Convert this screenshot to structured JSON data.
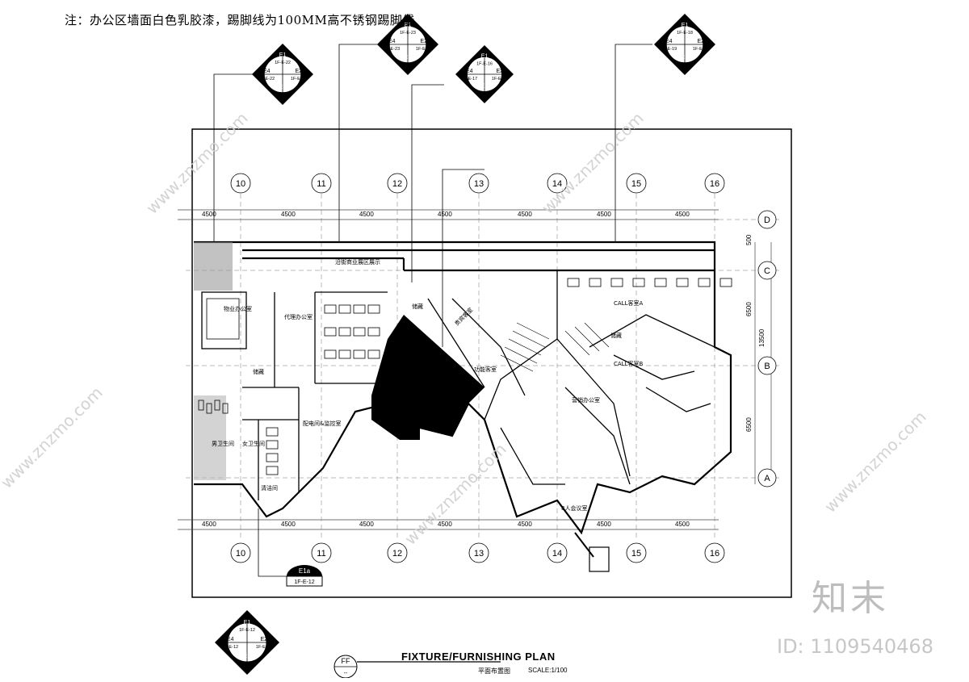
{
  "note": "注：办公区墙面白色乳胶漆，踢脚线为100MM高不锈钢踢脚线",
  "plan": {
    "title": "FIXTURE/FURNISHING PLAN",
    "subtitle": "平面布置图",
    "scale": "SCALE:1/100",
    "sheet_ref": "FF",
    "sheet_ref_sub": "--"
  },
  "grid": {
    "columns": [
      "10",
      "11",
      "12",
      "13",
      "14",
      "15",
      "16"
    ],
    "rows": [
      "D",
      "C",
      "B",
      "A"
    ],
    "spacing": "4500",
    "right_dims": [
      "500",
      "6500",
      "13500",
      "6500"
    ]
  },
  "rooms": {
    "corridor": "沿街商业展区展示",
    "property_office": "物业办公室",
    "agent_office": "代理办公室",
    "storage1": "储藏",
    "storage2": "储藏",
    "storage3": "储藏",
    "storage4": "储藏",
    "vip1": "贵宾客室",
    "vip2": "功能客室",
    "electrical": "配电间&监控室",
    "male_wc": "男卫生间",
    "female_wc": "女卫生间",
    "cleaning": "清洁间",
    "sales_office": "营销办公室",
    "call_a": "CALL客室A",
    "call_b": "CALL客室B",
    "meeting": "8人会议室"
  },
  "elevations": [
    {
      "codes": [
        "E1",
        "E2",
        "E3",
        "E4"
      ],
      "refs": [
        "1F-E-22",
        "1F-E-22",
        "1F-E-22",
        "1F-E-22"
      ]
    },
    {
      "codes": [
        "E1",
        "E2",
        "E3",
        "E4"
      ],
      "refs": [
        "1F-E-23",
        "1F-E-23",
        "1F-E-23",
        "1F-E-23"
      ]
    },
    {
      "codes": [
        "E1",
        "E2",
        "E3",
        "E4"
      ],
      "refs": [
        "1F-E-16",
        "1F-E-16",
        "1F-E-17",
        "1F-E-17"
      ]
    },
    {
      "codes": [
        "E1",
        "E2",
        "E3",
        "E4"
      ],
      "refs": [
        "1F-E-18",
        "1F-E-18",
        "1F-E-19",
        "1F-E-19"
      ]
    },
    {
      "codes": [
        "E1",
        "E2",
        "E3",
        "E4"
      ],
      "refs": [
        "1F-E-12",
        "1F-E-12",
        "1F-E-12",
        "1F-E-12"
      ]
    }
  ],
  "single_tag": {
    "code": "E1a",
    "ref": "1F-E-12"
  },
  "watermark": {
    "brand": "知末",
    "id": "ID: 1109540468",
    "url": "www.znzmo.com"
  }
}
